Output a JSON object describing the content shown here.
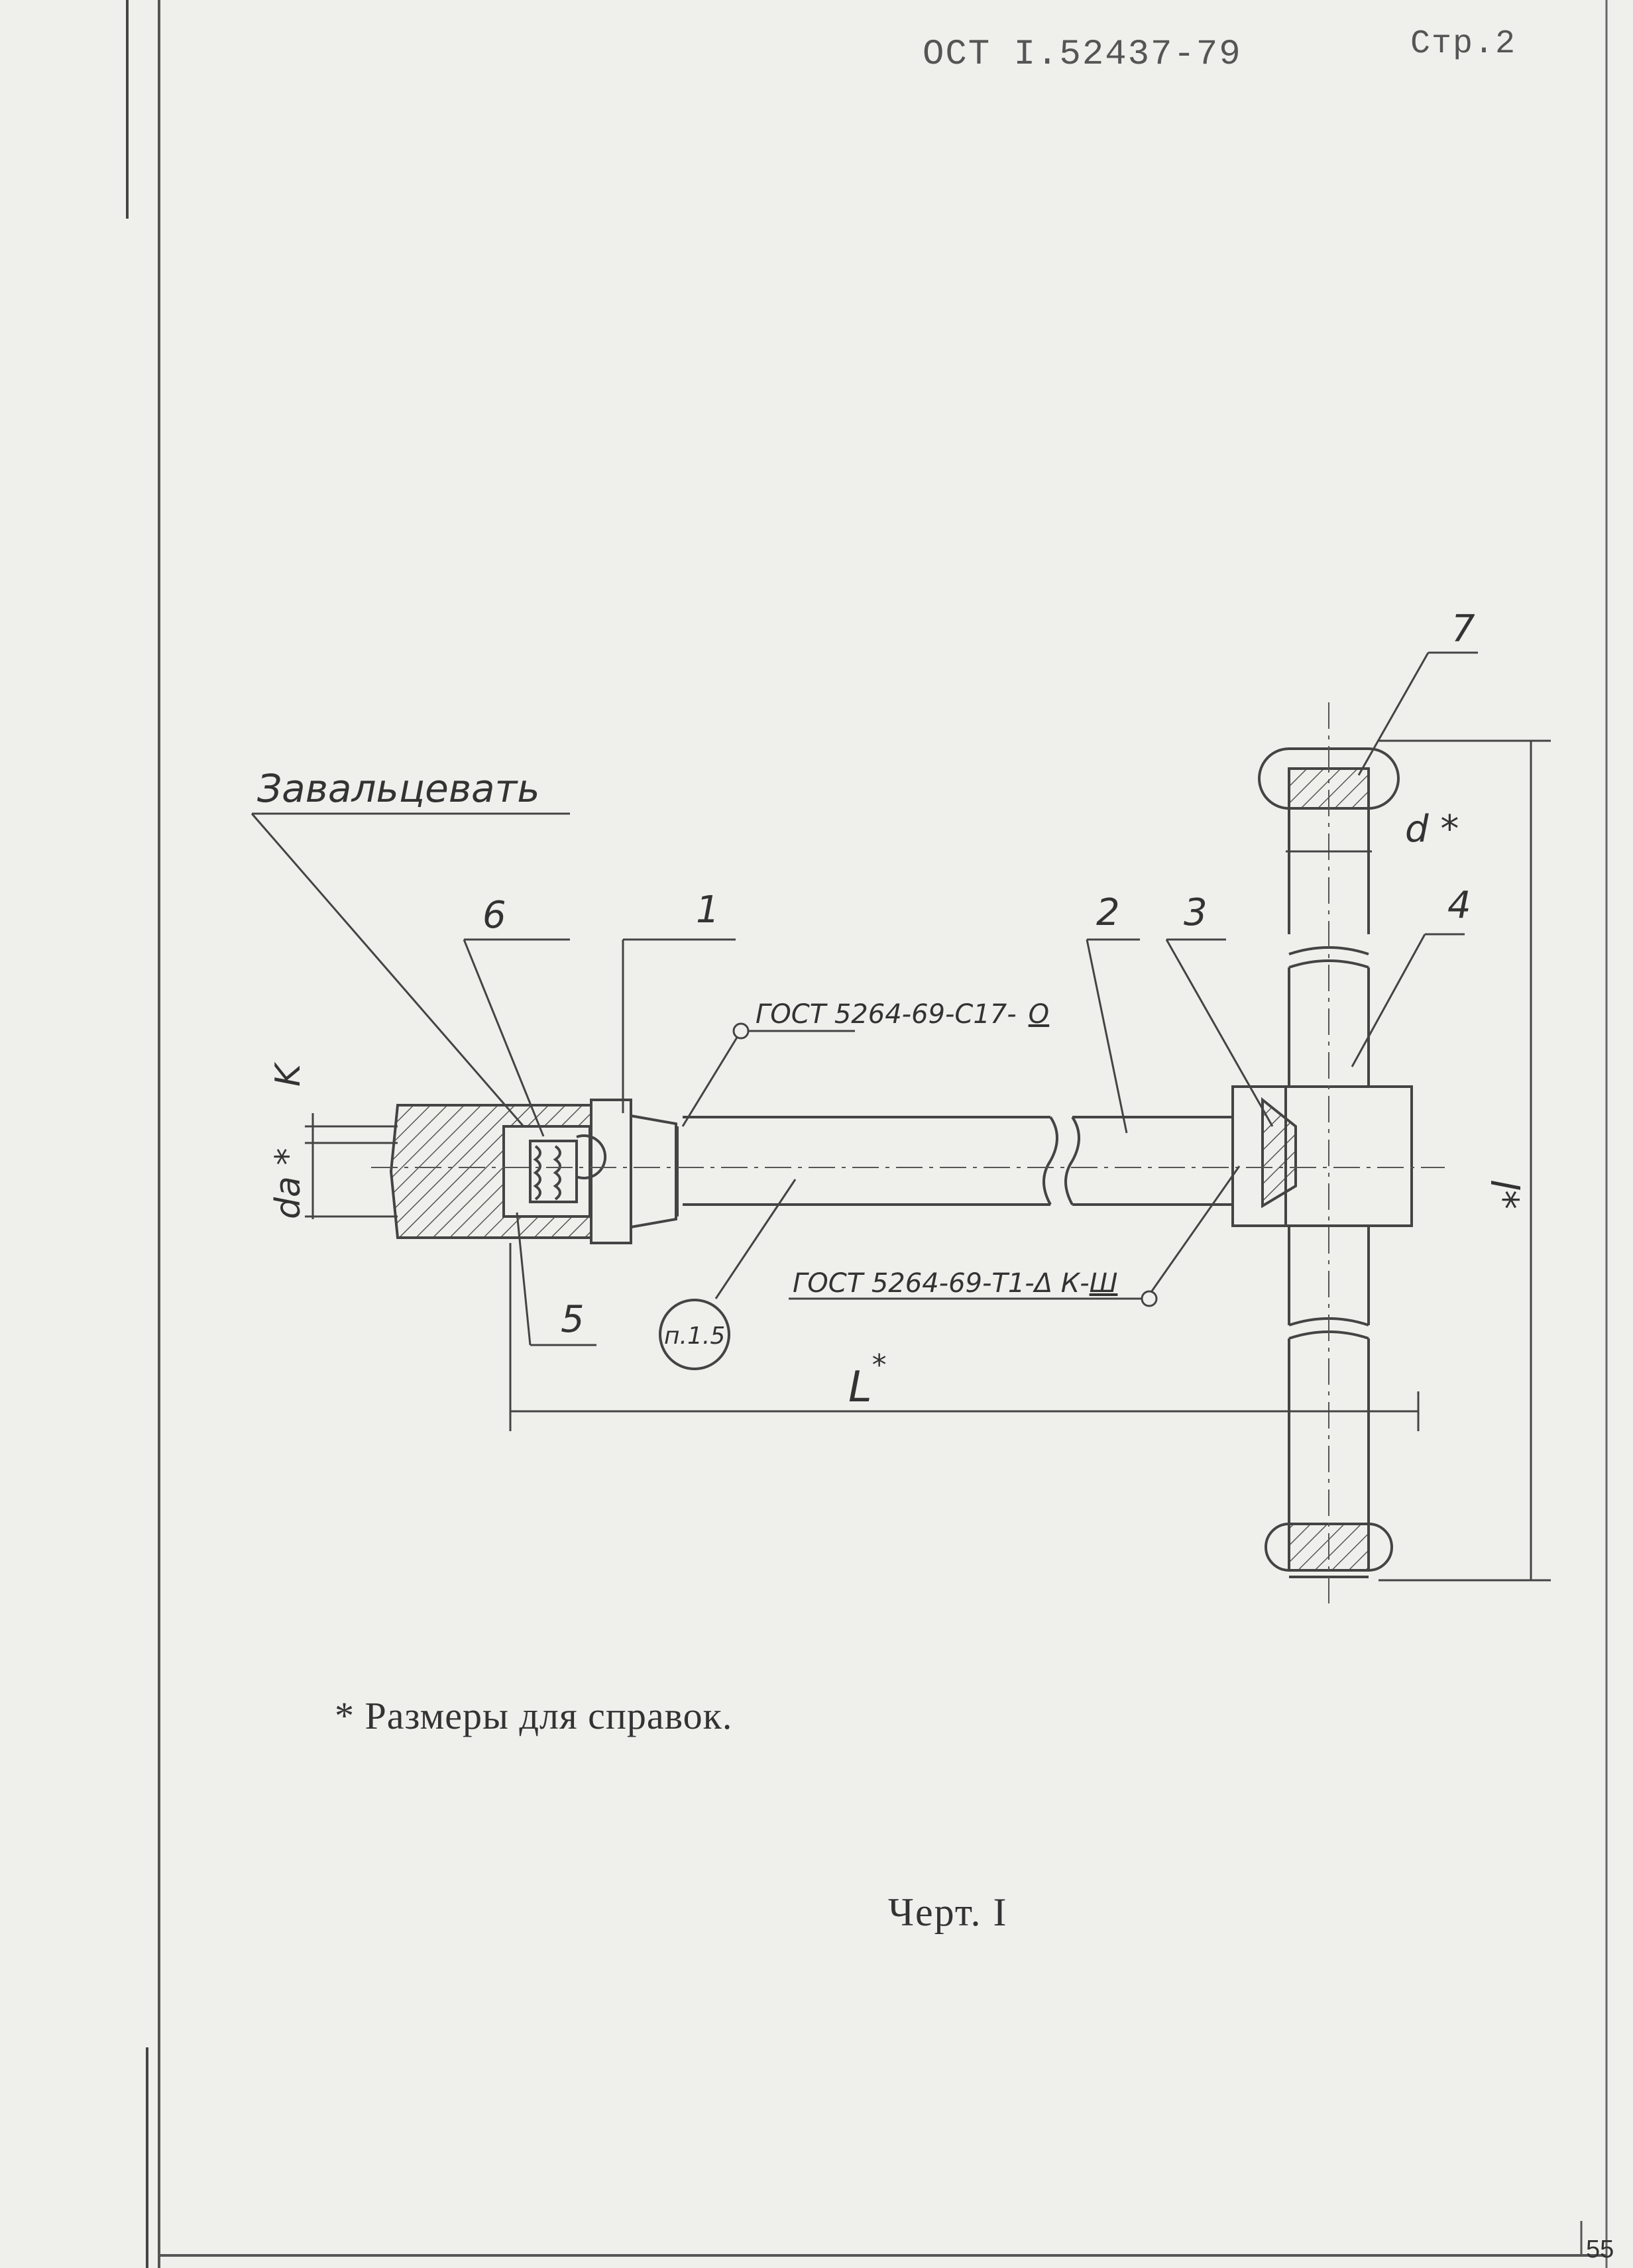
{
  "header": {
    "standard_code": "ОСТ  I.52437-79",
    "page_number": "Стр.2"
  },
  "drawing": {
    "callout_zavaltsevat": "Завальцевать",
    "leaders": {
      "p1": "1",
      "p2": "2",
      "p3": "3",
      "p4": "4",
      "p5": "5",
      "p6": "6",
      "p7": "7"
    },
    "gost_upper": "ГОСТ 5264-69-С17-",
    "gost_upper_symbol": "О",
    "gost_lower": "ГОСТ 5264-69-Т1-Δ К-",
    "gost_lower_symbol": "Ш",
    "clause_ref": "п.1.5",
    "dim_L": "L",
    "dim_L_star": "*",
    "dim_l": "l*",
    "dim_d": "d *",
    "dim_da": "da *",
    "dim_K": "K"
  },
  "note": "* Размеры для справок.",
  "caption": "Черт.  I",
  "sheet_number": "55"
}
